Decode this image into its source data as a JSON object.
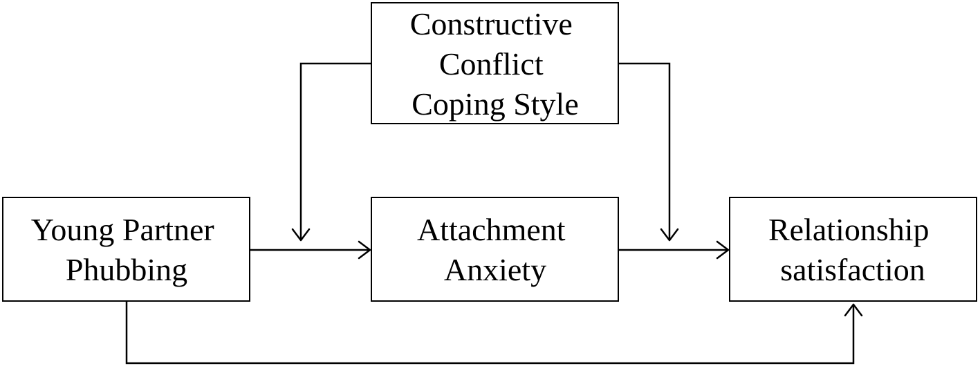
{
  "nodes": {
    "moderator": {
      "lines": [
        "Constructive",
        "Conflict",
        "Coping Style"
      ]
    },
    "independent": {
      "lines": [
        "Young Partner",
        "Phubbing"
      ]
    },
    "mediator": {
      "lines": [
        "Attachment",
        "Anxiety"
      ]
    },
    "dependent": {
      "lines": [
        "Relationship",
        "satisfaction"
      ]
    }
  },
  "edges": [
    {
      "from": "independent",
      "to": "mediator",
      "kind": "path"
    },
    {
      "from": "mediator",
      "to": "dependent",
      "kind": "path"
    },
    {
      "from": "independent",
      "to": "dependent",
      "kind": "direct-path"
    },
    {
      "from": "moderator",
      "to": "independent-mediator-path",
      "kind": "moderation"
    },
    {
      "from": "moderator",
      "to": "mediator-dependent-path",
      "kind": "moderation"
    }
  ],
  "colors": {
    "stroke": "#000000",
    "background": "#ffffff",
    "text": "#000000"
  }
}
